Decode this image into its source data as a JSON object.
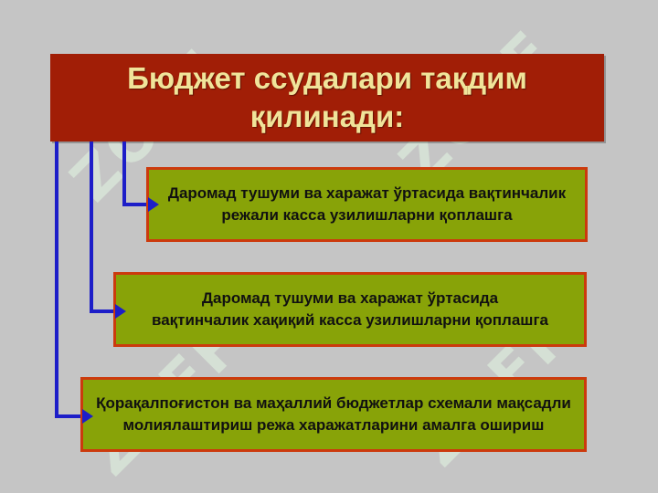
{
  "title": "Бюджет ссудалари тақдим\nқилинади:",
  "items": [
    {
      "text": "Даромад тушуми ва харажат ўртасида вақтинчалик\nрежали касса узилишларни қоплашга"
    },
    {
      "text": "Даромад тушуми ва харажат ўртасида\nвақтинчалик хақиқий касса узилишларни қоплашга"
    },
    {
      "text": "Қорақалпоғистон ва маҳаллий бюджетлар схемали мақсадли\nмолиялаштириш режа харажатларини амалга ошириш"
    }
  ],
  "colors": {
    "background": "#c5c5c5",
    "title_fill": "#a11e06",
    "title_text": "#f0e49a",
    "item_fill": "#88a308",
    "item_border": "#cc3a0d",
    "connector_line": "#1d1ec8"
  }
}
